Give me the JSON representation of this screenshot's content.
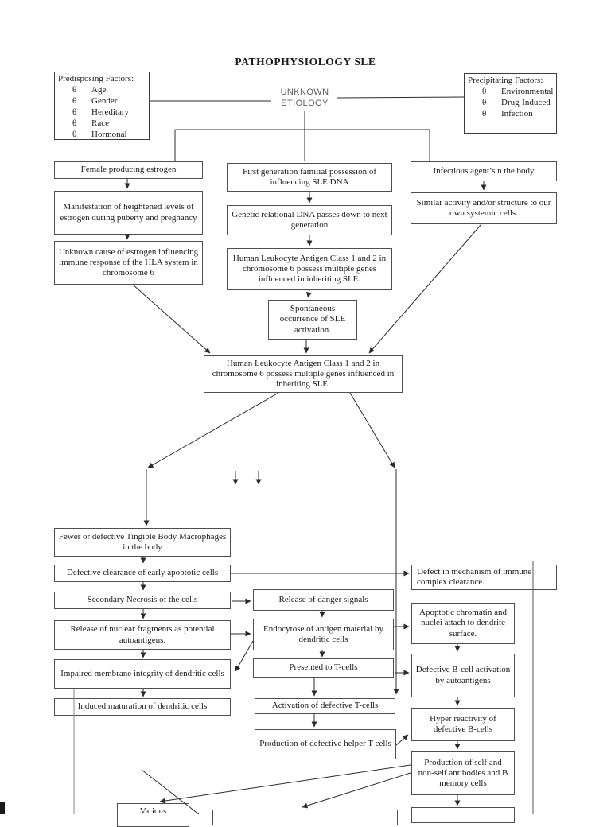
{
  "title": "PATHOPHYSIOLOGY SLE",
  "etiology": {
    "line1": "UNKNOWN",
    "line2": "ETIOLOGY"
  },
  "bullet_glyph": "θ",
  "predisposing": {
    "title": "Predisposing Factors:",
    "items": [
      "Age",
      "Gender",
      "Hereditary",
      "Race",
      "Hormonal"
    ]
  },
  "precipitating": {
    "title": "Precipitating Factors:",
    "items": [
      "Environmental",
      "Drug-Induced",
      "Infection"
    ]
  },
  "nodes": {
    "female": "Female producing estrogen",
    "manifestation": "Manifestation of heightened levels of estrogen during puberty and pregnancy",
    "unknown_cause": "Unknown cause of estrogen influencing immune response of the HLA system in chromosome 6",
    "first_gen": "First generation familial possession of influencing SLE DNA",
    "genetic": "Genetic relational DNA passes down to next generation",
    "hla_inherit": "Human Leukocyte Antigen Class 1 and 2 in chromosome 6 possess multiple genes influenced in inheriting SLE.",
    "spontaneous": "Spontaneous occurrence of SLE activation.",
    "infectious": "Infectious agent’s n the body",
    "similar": "Similar activity and/or structure to our own systemic cells.",
    "hla_central": "Human Leukocyte Antigen Class 1 and 2 in chromosome 6 possess multiple genes influenced in inheriting SLE.",
    "fewer": "Fewer or defective Tingible Body Macrophages in the body",
    "defective_clearance": "Defective clearance of early apoptotic cells",
    "secondary": "Secondary Necrosis of the cells",
    "release_nuclear": "Release of nuclear fragments as potential autoantigens.",
    "impaired": "Impaired membrane integrity of dendritic cells",
    "induced": "Induced maturation of dendritic cells",
    "release_danger": "Release of danger signals",
    "endocytose": "Endocytose of antigen material by dendritic cells",
    "presented": "Presented to T-cells",
    "activation": "Activation of defective T-cells",
    "production_helper": "Production of defective helper T-cells",
    "defect_mechanism": "Defect in mechanism of immune complex clearance.",
    "apoptotic": "Apoptotic chromatin and nuclei attach to dendrite surface.",
    "defective_bcell": "Defective B-cell activation by autoantigens",
    "hyper": "Hyper reactivity of defective B-cells",
    "production_antibodies": "Production of self and non-self antibodies and B memory cells",
    "various": "Various"
  },
  "colors": {
    "line": "#2b2b2b",
    "muted_text": "#5f5f5f"
  }
}
